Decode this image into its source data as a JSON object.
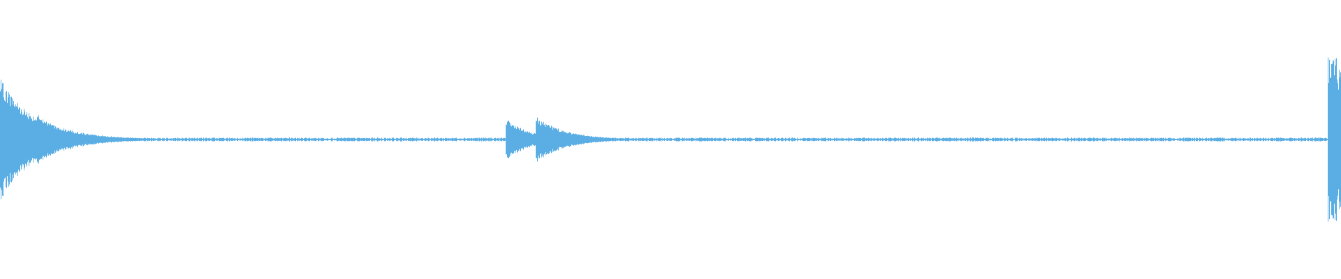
{
  "waveform": {
    "color": "#5aaee3",
    "background": "#ffffff",
    "duration_fraction_events": [
      {
        "start": 0.0,
        "peak": 0.46,
        "decay": 0.028
      },
      {
        "start": 0.028,
        "peak": 0.19,
        "decay": 0.02
      },
      {
        "start": 0.377,
        "peak": 0.16,
        "decay": 0.018
      },
      {
        "start": 0.399,
        "peak": 0.18,
        "decay": 0.022
      },
      {
        "start": 0.99,
        "peak": 0.62,
        "decay": 0.01
      }
    ],
    "noise_floor": 0.012
  }
}
